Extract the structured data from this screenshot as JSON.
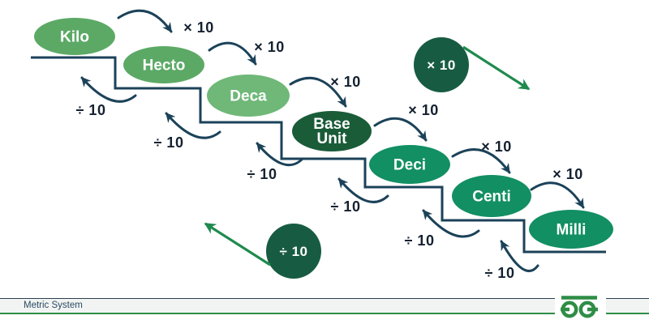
{
  "diagram": {
    "units": [
      {
        "id": "kilo",
        "label": "Kilo",
        "color": "#5CA966"
      },
      {
        "id": "hecto",
        "label": "Hecto",
        "color": "#5CA966"
      },
      {
        "id": "deca",
        "label": "Deca",
        "color": "#6FB878"
      },
      {
        "id": "base-unit",
        "label": "Base Unit",
        "color": "#1A5C38"
      },
      {
        "id": "deci",
        "label": "Deci",
        "color": "#128F63"
      },
      {
        "id": "centi",
        "label": "Centi",
        "color": "#128F63"
      },
      {
        "id": "milli",
        "label": "Milli",
        "color": "#128F63"
      }
    ],
    "step_multiply_label": "× 10",
    "step_divide_label": "÷ 10",
    "legend": {
      "multiply_badge": "× 10",
      "divide_badge": "÷ 10",
      "badge_color": "#175C42",
      "arrow_color": "#1F8A4E"
    },
    "colors": {
      "line_navy": "#1B4259",
      "label_dark": "#142130"
    }
  },
  "footer": {
    "caption": "Metric System",
    "brand_color": "#2F8D46"
  }
}
